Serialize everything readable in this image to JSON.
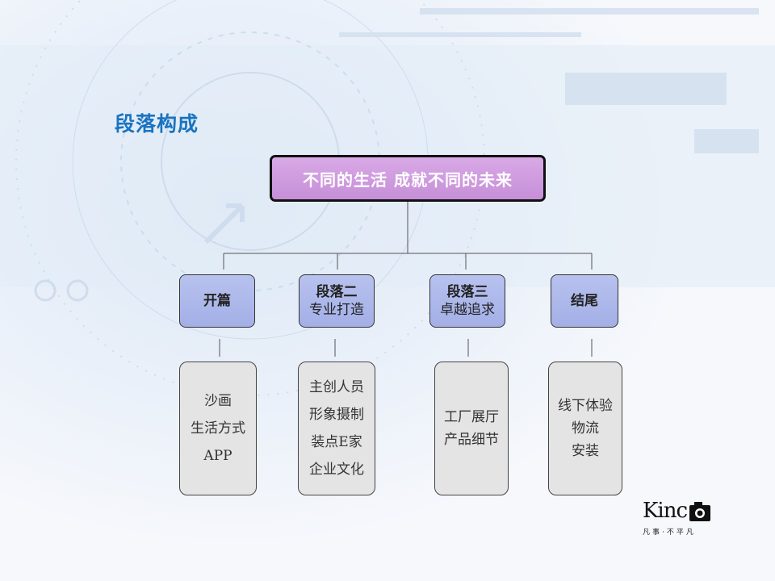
{
  "title": "段落构成",
  "root": "不同的生活 成就不同的未来",
  "sections": [
    {
      "name": "开篇",
      "sub": "",
      "items": [
        "沙画",
        "生活方式",
        "APP"
      ]
    },
    {
      "name": "段落二",
      "sub": "专业打造",
      "items": [
        "主创人员",
        "形象摄制",
        "装点E家",
        "企业文化"
      ]
    },
    {
      "name": "段落三",
      "sub": "卓越追求",
      "items": [
        "工厂展厅",
        "产品细节"
      ]
    },
    {
      "name": "结尾",
      "sub": "",
      "items": [
        "线下体验",
        "物流",
        "安装"
      ]
    }
  ],
  "logo": {
    "word": "Kinc",
    "tagline": "凡事·不平凡"
  },
  "colors": {
    "title": "#1a73c0",
    "root_fill": "#c68fd8",
    "node_fill": "#a3afe6",
    "leaf_fill": "#e4e4e4"
  }
}
